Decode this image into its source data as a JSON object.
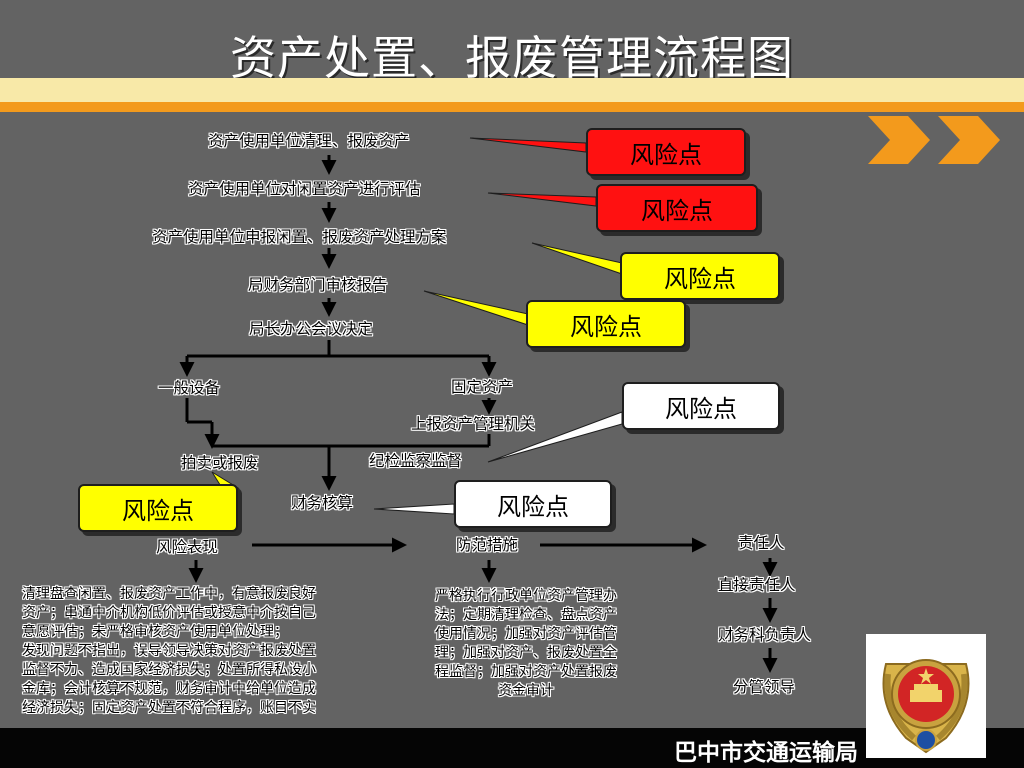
{
  "title": "资产处置、报废管理流程图",
  "steps": {
    "s1": "资产使用单位清理、报废资产",
    "s2": "资产使用单位对闲置资产进行评估",
    "s3": "资产使用单位申报闲置、报废资产处理方案",
    "s4": "局财务部门审核报告",
    "s5": "局长办公会议决定",
    "general": "一般设备",
    "fixed": "固定资产",
    "report": "上报资产管理机关",
    "auction": "拍卖或报废",
    "supervise": "纪检监察监督",
    "finance": "财务核算"
  },
  "risk_label": "风险点",
  "risk_colors": {
    "red": "#ff1111",
    "yellow": "#ffff00",
    "white": "#ffffff"
  },
  "sections": {
    "risk_show": "风险表现",
    "prevent": "防范措施",
    "responsible": "责任人"
  },
  "risk_text": "清理盘查闲置、报废资产工作中，有意报废良好\n资产；串通中介机构低价评估或授意中介按自己\n意愿评估；未严格审核资产使用单位处理；\n发现问题不指出，误导领导决策对资产报废处置\n监督不力、造成国家经济损失；处置所得私设小\n金库；会计核算不规范，财务审计中给单位造成\n经济损失；固定资产处置不符合程序，账目不实",
  "prevent_text": "严格执行行政单位资产管理办\n法；定期清理检查、盘点资产\n使用情况；加强对资产评估管\n理；加强对资产、报废处置全\n程监督；加强对资产处置报废\n资金审计",
  "people": {
    "direct": "直接责任人",
    "finance_head": "财务科负责人",
    "leader": "分管领导"
  },
  "footer": "巴中市交通运输局"
}
